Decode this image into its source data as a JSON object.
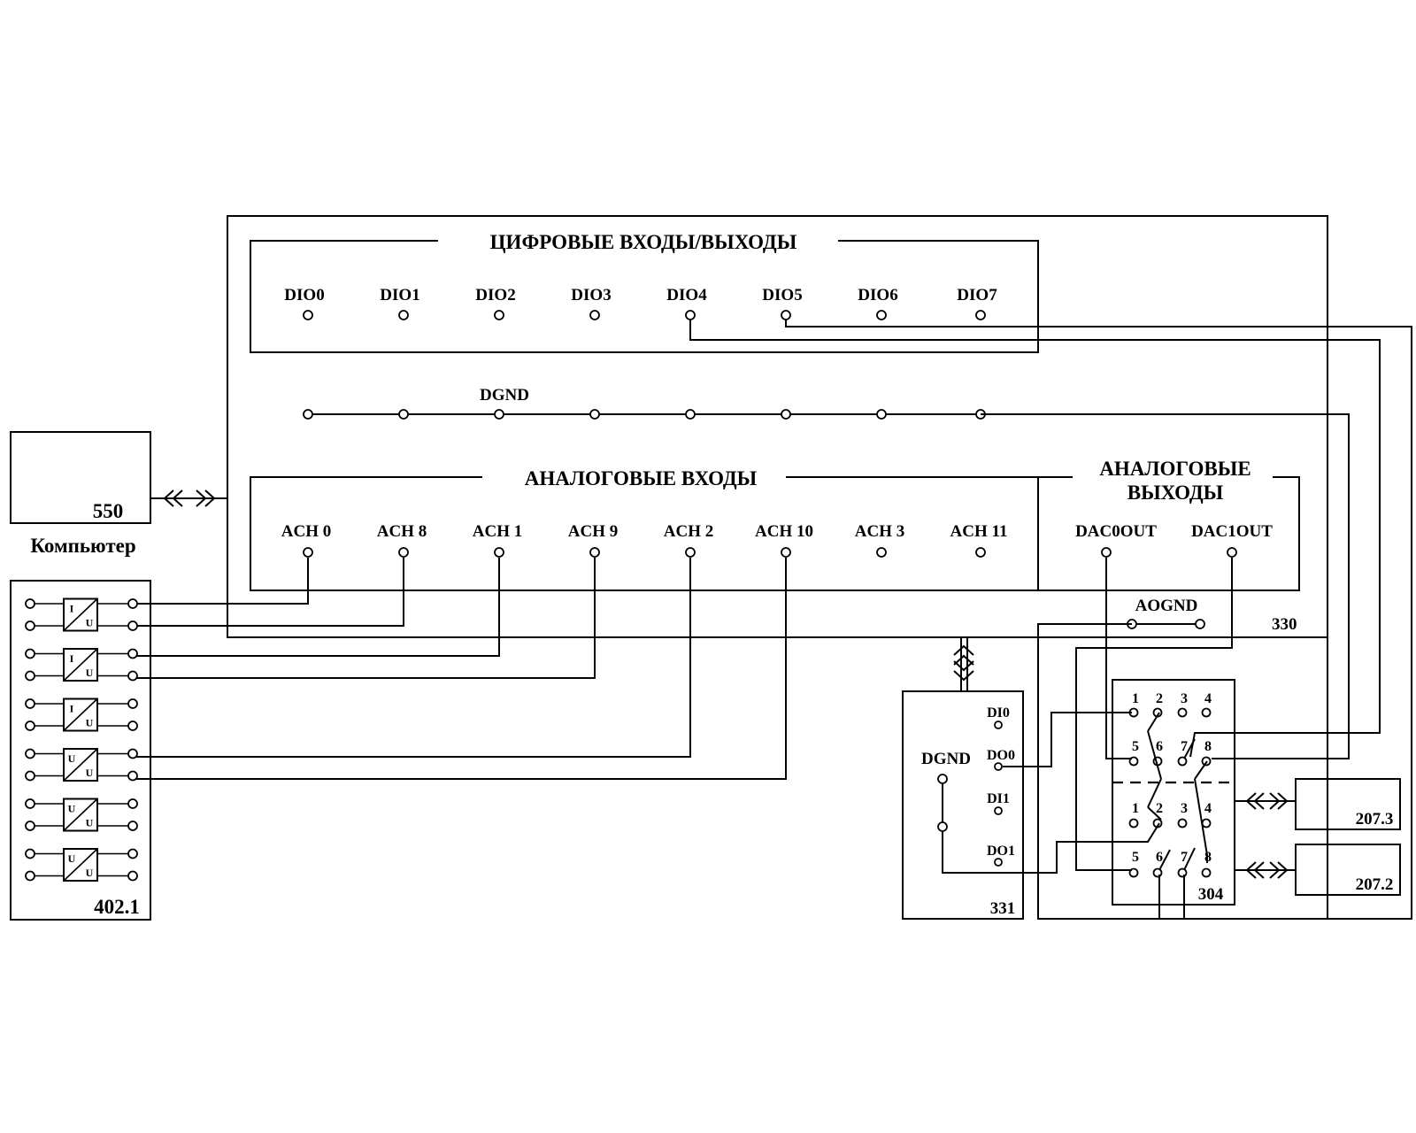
{
  "main_unit": {
    "number": "330",
    "digital_section_title": "ЦИФРОВЫЕ ВХОДЫ/ВЫХОДЫ",
    "digital_channels": [
      "DIO0",
      "DIO1",
      "DIO2",
      "DIO3",
      "DIO4",
      "DIO5",
      "DIO6",
      "DIO7"
    ],
    "ground_label": "DGND",
    "analog_in_title": "АНАЛОГОВЫЕ ВХОДЫ",
    "analog_channels": [
      "ACH 0",
      "ACH 8",
      "ACH 1",
      "ACH 9",
      "ACH 2",
      "ACH 10",
      "ACH 3",
      "ACH 11"
    ],
    "analog_out_title_line1": "АНАЛОГОВЫЕ",
    "analog_out_title_line2": "ВЫХОДЫ",
    "analog_out_channels": [
      "DAC0OUT",
      "DAC1OUT"
    ],
    "analog_ground_label": "AOGND"
  },
  "computer": {
    "number": "550",
    "label": "Компьютер"
  },
  "converter_block": {
    "number": "402.1",
    "converters": [
      {
        "in": "I",
        "out": "U"
      },
      {
        "in": "I",
        "out": "U"
      },
      {
        "in": "I",
        "out": "U"
      },
      {
        "in": "U",
        "out": "U"
      },
      {
        "in": "U",
        "out": "U"
      },
      {
        "in": "U",
        "out": "U"
      }
    ]
  },
  "io_block": {
    "number": "331",
    "ground_label": "DGND",
    "pins": [
      "DI0",
      "DO0",
      "DI1",
      "DO1"
    ]
  },
  "relay_block": {
    "number": "304",
    "top_row_a": [
      "1",
      "2",
      "3",
      "4"
    ],
    "top_row_b": [
      "5",
      "6",
      "7",
      "8"
    ],
    "bottom_row_a": [
      "1",
      "2",
      "3",
      "4"
    ],
    "bottom_row_b": [
      "5",
      "6",
      "7",
      "8"
    ]
  },
  "load_blocks": [
    {
      "number": "207.3"
    },
    {
      "number": "207.2"
    }
  ]
}
